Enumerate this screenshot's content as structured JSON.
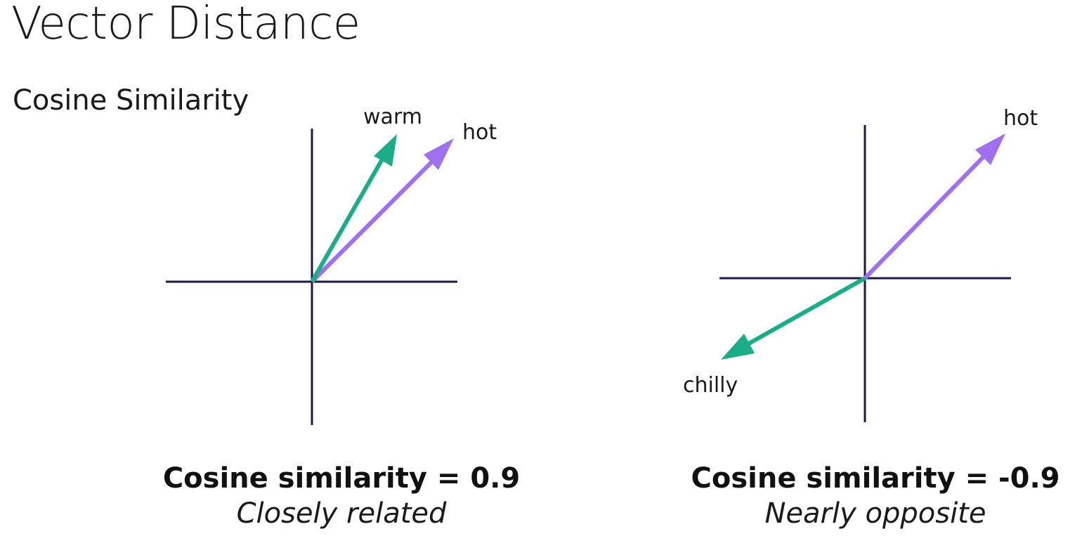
{
  "title": "Vector Distance",
  "subtitle": "Cosine Similarity",
  "colors": {
    "axis": "#1c1a3e",
    "purple": "#a070f0",
    "green": "#1aae88"
  },
  "panels": [
    {
      "vectors": [
        {
          "label": "warm",
          "color": "green"
        },
        {
          "label": "hot",
          "color": "purple"
        }
      ],
      "caption": {
        "value": "Cosine similarity = 0.9",
        "note": "Closely related"
      }
    },
    {
      "vectors": [
        {
          "label": "hot",
          "color": "purple"
        },
        {
          "label": "chilly",
          "color": "green"
        }
      ],
      "caption": {
        "value": "Cosine similarity = -0.9",
        "note": "Nearly opposite"
      }
    }
  ]
}
